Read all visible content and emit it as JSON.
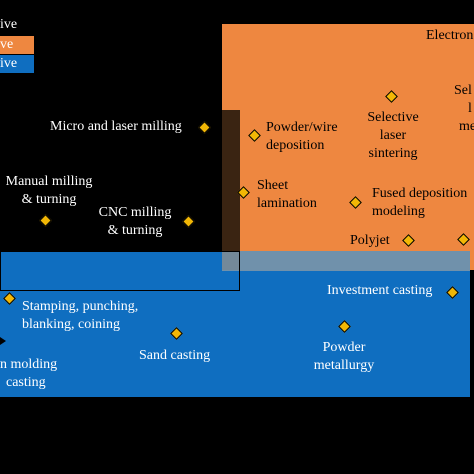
{
  "legend": {
    "items": [
      {
        "label": "ive",
        "color": ""
      },
      {
        "label": "ve",
        "color": "#EE8740"
      },
      {
        "label": "ive",
        "color": "#0F6EC0"
      }
    ]
  },
  "colors": {
    "additive": "#EE8740",
    "formative": "#0F6EC0",
    "marker": "#F2B705"
  },
  "labels": {
    "electron": "Electron",
    "micro_laser": "Micro and laser milling",
    "powder_wire": [
      "Powder/wire",
      "deposition"
    ],
    "selective_laser_sintering": [
      "Selective",
      "laser",
      "sintering"
    ],
    "selective_laser_melting": [
      "Sel",
      "l",
      "me"
    ],
    "manual_milling": [
      "Manual milling",
      "& turning"
    ],
    "cnc_milling": [
      "CNC milling",
      "& turning"
    ],
    "sheet_lamination": [
      "Sheet",
      "lamination"
    ],
    "fused_deposition": [
      "Fused deposition",
      "modeling"
    ],
    "polyjet": "Polyjet",
    "investment_casting": "Investment casting",
    "stamping": [
      "Stamping, punching,",
      "blanking, coining"
    ],
    "sand_casting": "Sand casting",
    "powder_metallurgy": [
      "Powder",
      "metallurgy"
    ],
    "injection_molding": [
      "n molding",
      "casting"
    ]
  }
}
